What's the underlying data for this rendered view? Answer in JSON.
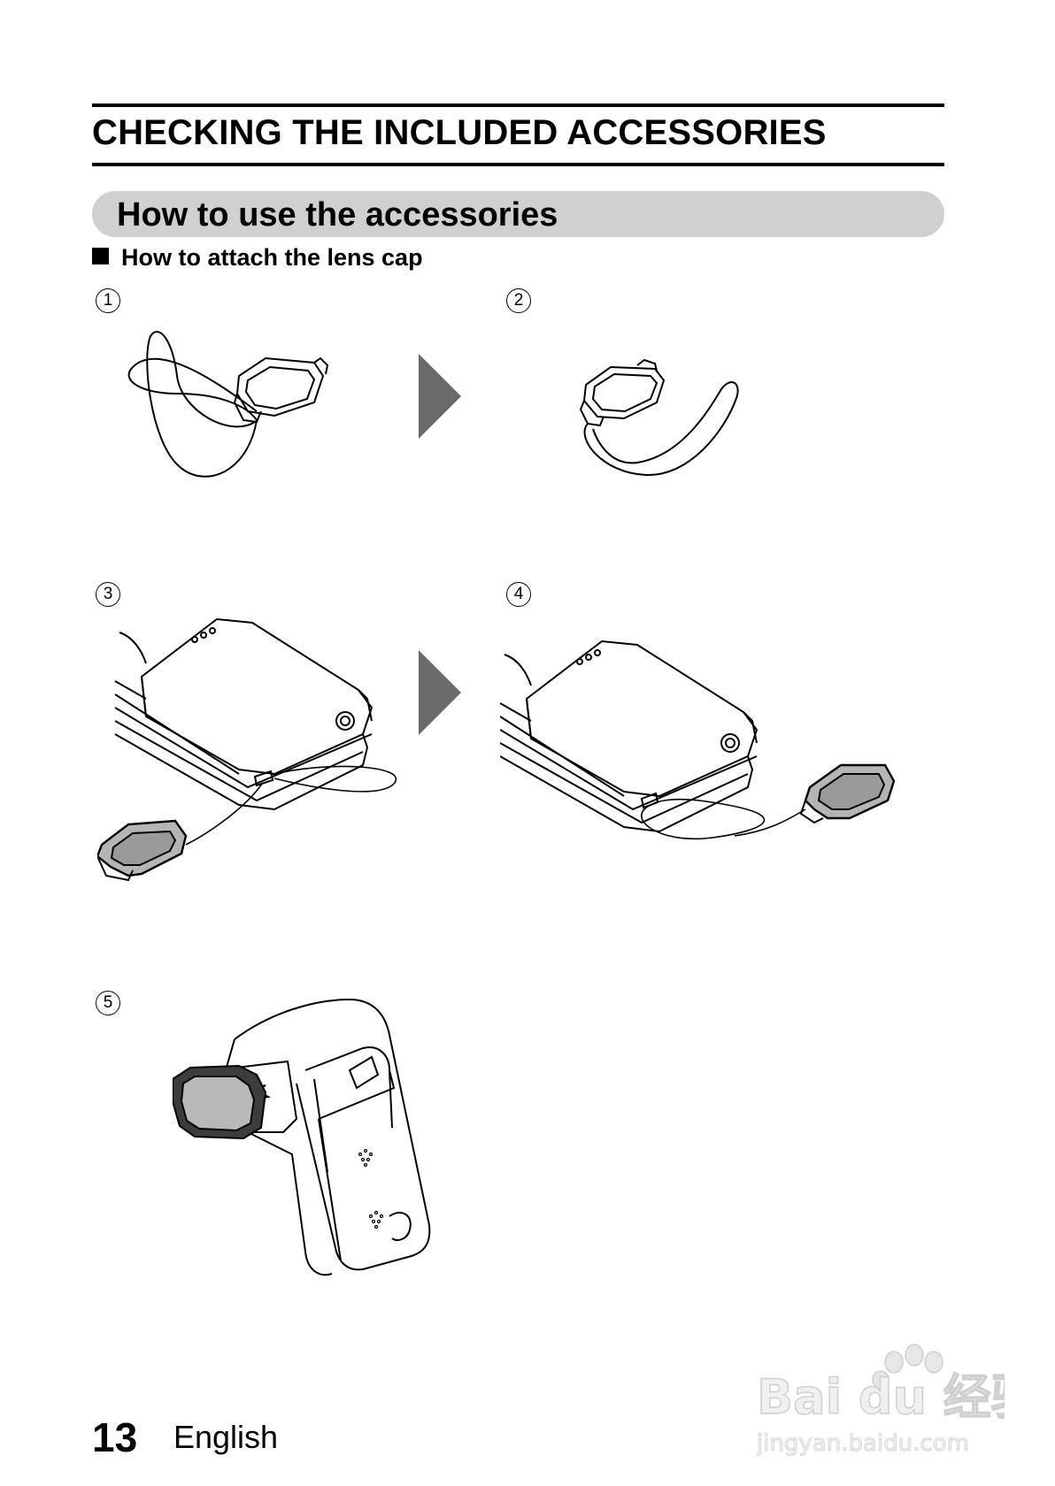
{
  "header": {
    "title": "CHECKING THE INCLUDED ACCESSORIES"
  },
  "section": {
    "title": "How to use the accessories"
  },
  "subsection": {
    "title": "How to attach the lens cap"
  },
  "steps": [
    {
      "label": "1"
    },
    {
      "label": "2"
    },
    {
      "label": "3"
    },
    {
      "label": "4"
    },
    {
      "label": "5"
    }
  ],
  "footer": {
    "page_number": "13",
    "language": "English"
  },
  "watermark": {
    "text": "Bai du 经验",
    "url_text": "jingyan.baidu.com"
  }
}
